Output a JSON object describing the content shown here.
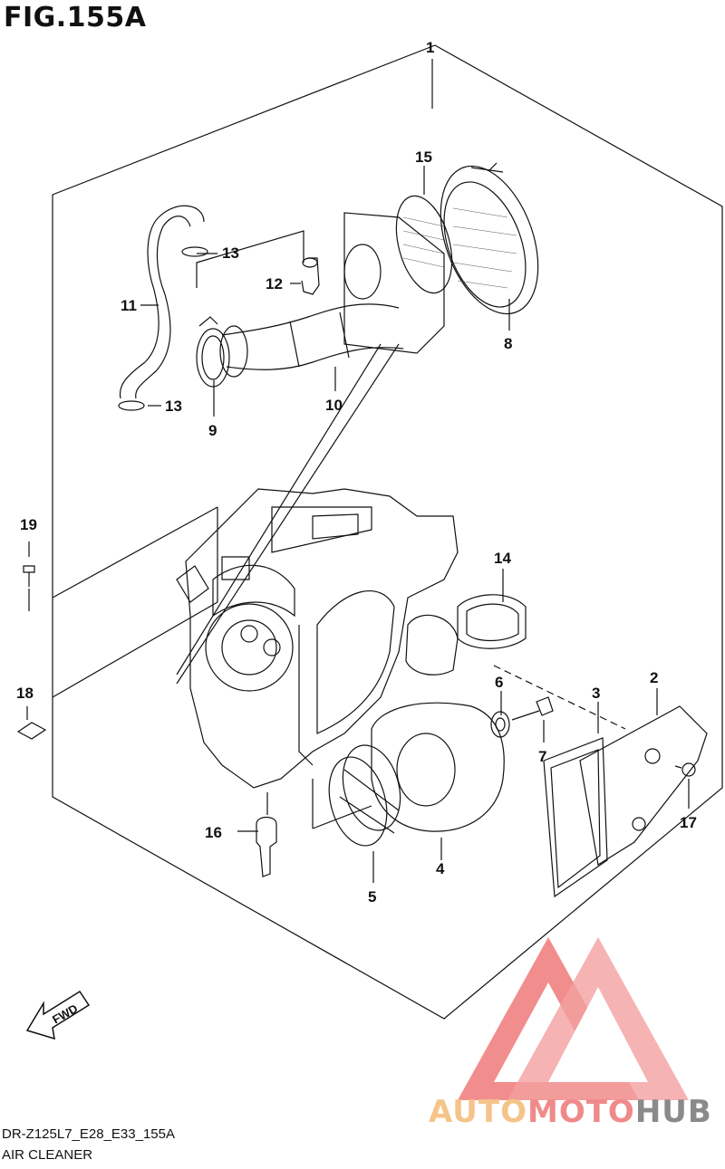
{
  "figure": {
    "title": "FIG.155A",
    "model_code": "DR-Z125L7_E28_E33_155A",
    "caption": "AIR CLEANER",
    "fwd_label": "FWD"
  },
  "callouts": [
    "1",
    "2",
    "3",
    "4",
    "5",
    "6",
    "7",
    "8",
    "9",
    "10",
    "11",
    "12",
    "13",
    "13",
    "14",
    "15",
    "16",
    "17",
    "18",
    "19"
  ],
  "watermark": {
    "part1": "AUTO",
    "part2": "MOTO",
    "part3": "HUB",
    "colors": {
      "auto": "#f5c48a",
      "moto": "#f08a8a",
      "hub": "#8a8a8a",
      "triangle": "#ee7070"
    }
  },
  "colors": {
    "line": "#111111",
    "background": "#ffffff"
  }
}
